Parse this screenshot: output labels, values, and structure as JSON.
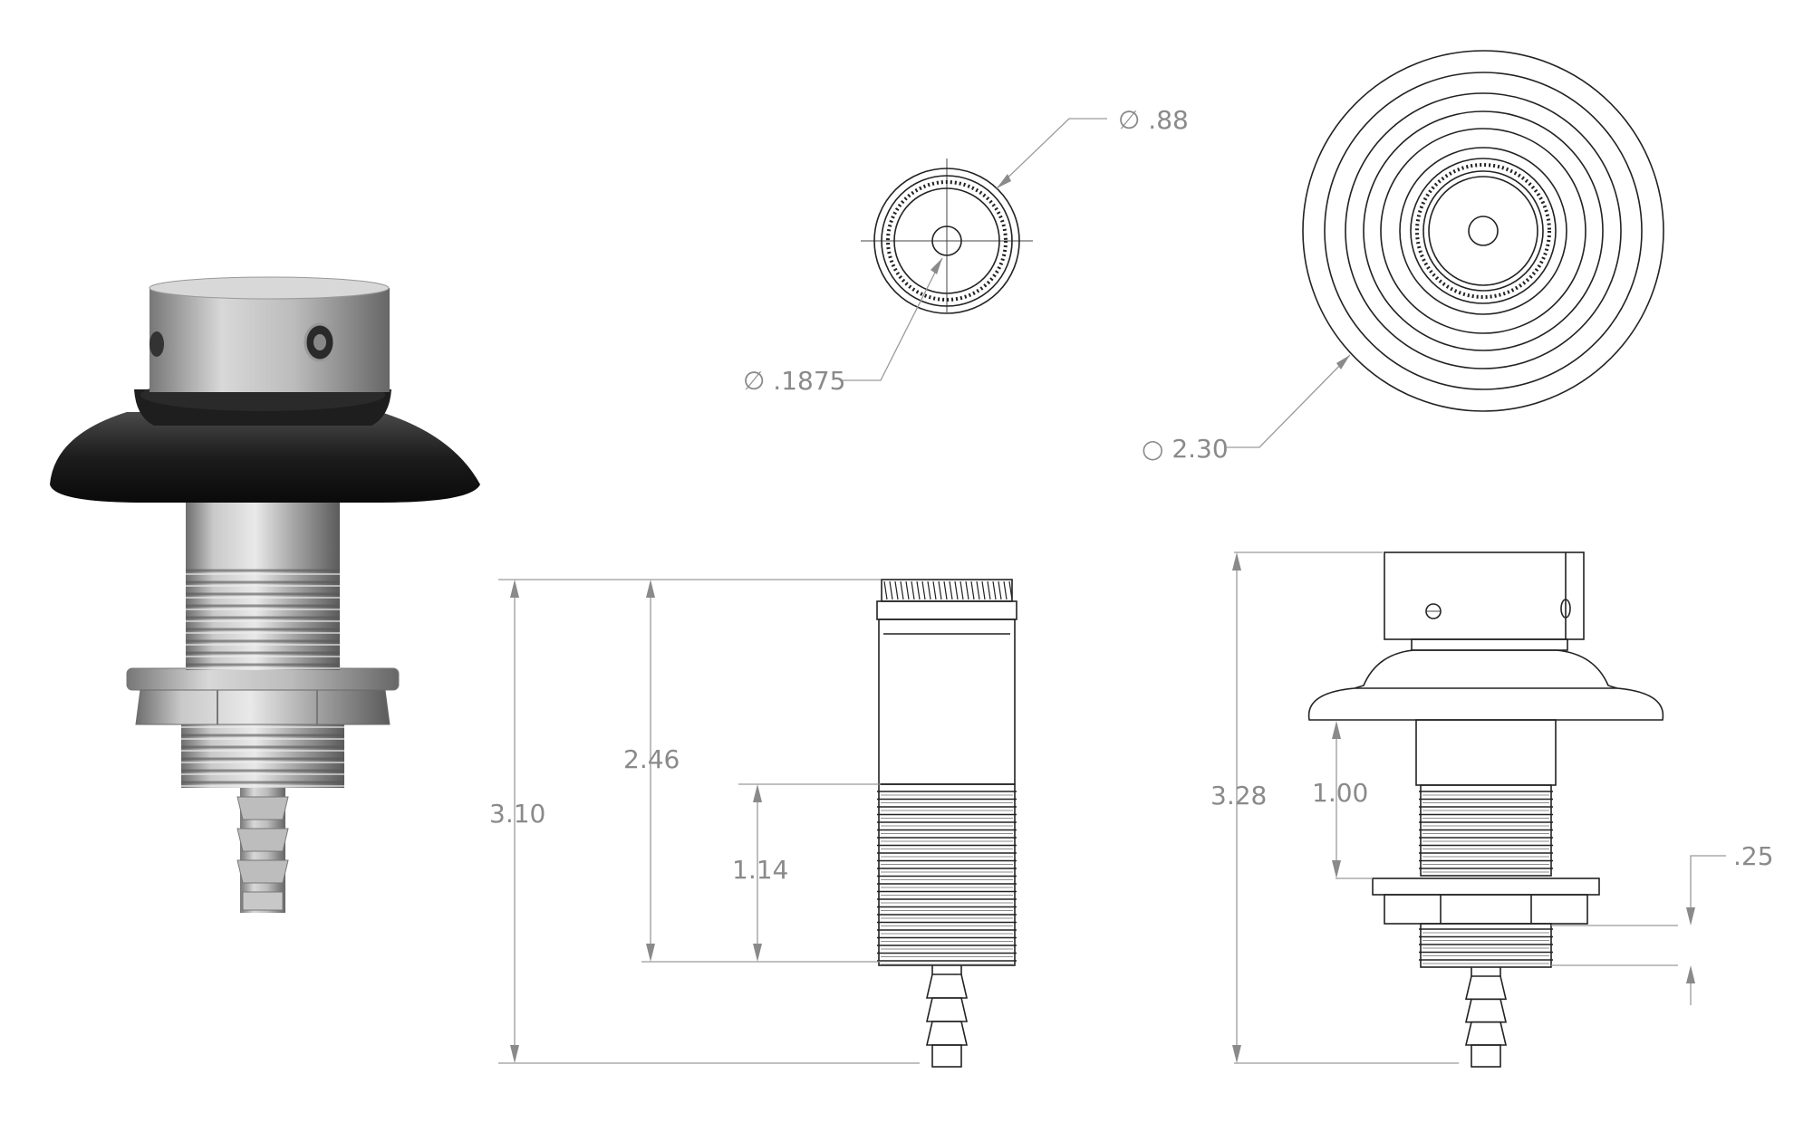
{
  "dimensions": {
    "d088": "∅ .88",
    "d1875": "∅ .1875",
    "d230": "○ 2.30",
    "h310": "3.10",
    "h246": "2.46",
    "h114": "1.14",
    "h328": "3.28",
    "h100": "1.00",
    "h025": ".25"
  },
  "colors": {
    "drawing": "#222222",
    "dimension": "#8a8a8a",
    "background": "#ffffff"
  }
}
